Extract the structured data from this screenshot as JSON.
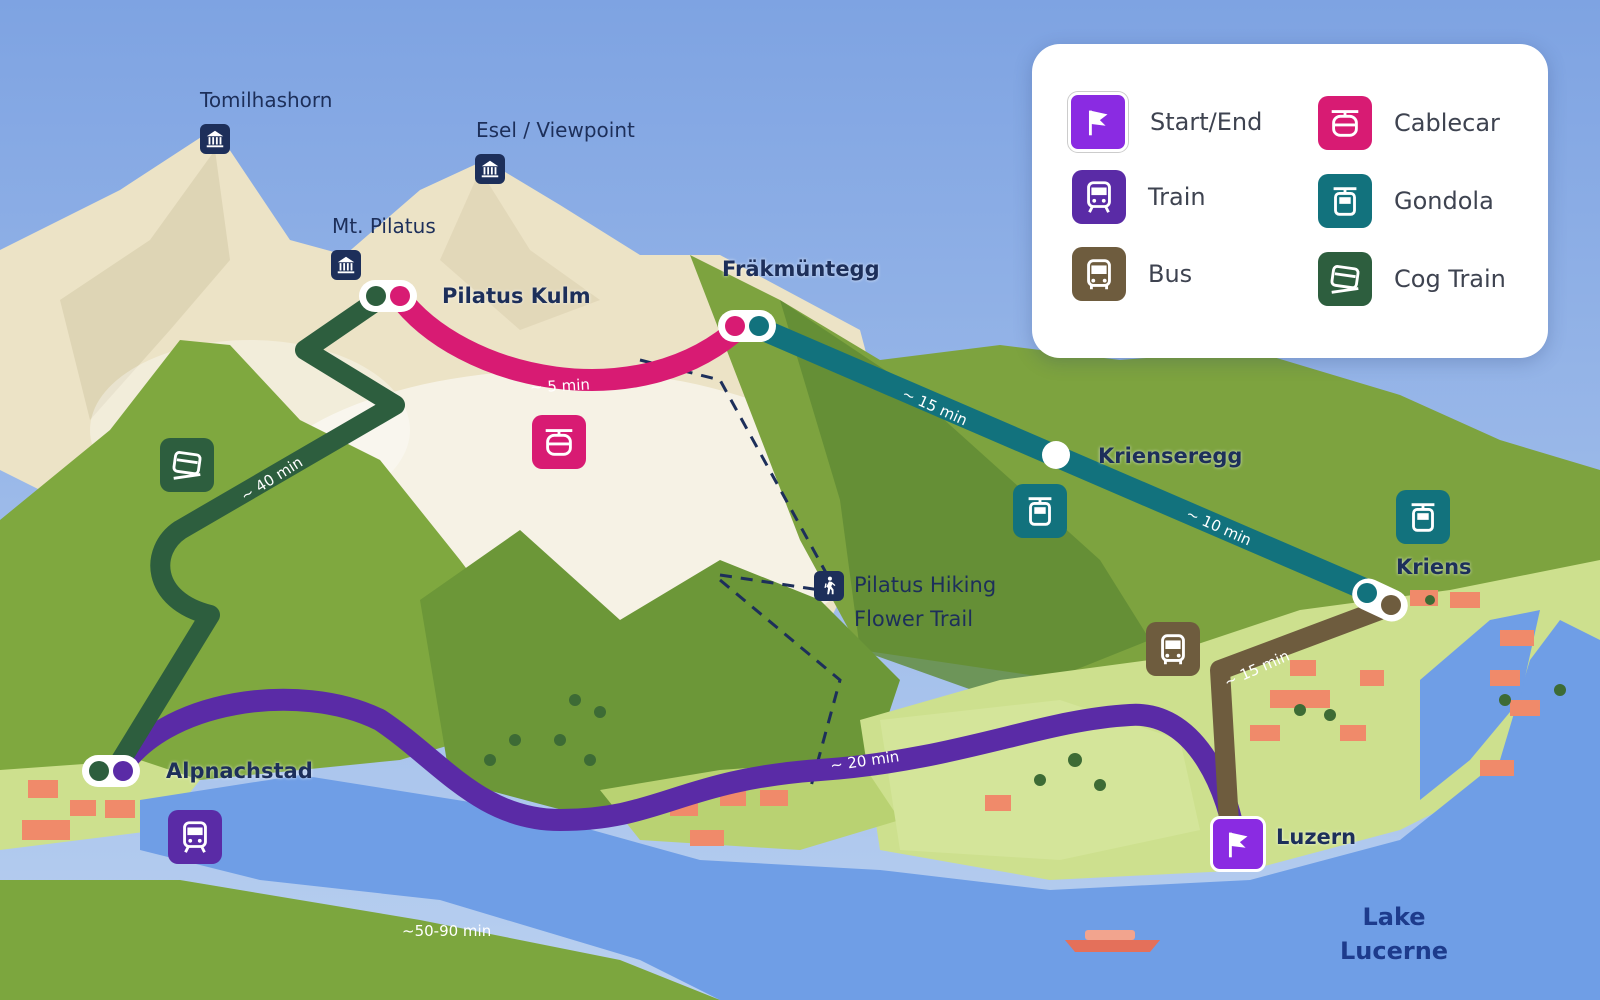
{
  "legend": {
    "items": [
      {
        "key": "start_end",
        "label": "Start/End",
        "color": "#8a2be2",
        "icon": "flag-icon"
      },
      {
        "key": "train",
        "label": "Train",
        "color": "#5a2ba6",
        "icon": "train-icon"
      },
      {
        "key": "bus",
        "label": "Bus",
        "color": "#6e5c3e",
        "icon": "bus-icon"
      },
      {
        "key": "cablecar",
        "label": "Cablecar",
        "color": "#d81b73",
        "icon": "cablecar-icon"
      },
      {
        "key": "gondola",
        "label": "Gondola",
        "color": "#12727d",
        "icon": "gondola-icon"
      },
      {
        "key": "cog_train",
        "label": "Cog Train",
        "color": "#2d5e3e",
        "icon": "cog-train-icon"
      }
    ]
  },
  "peaks": [
    {
      "name": "Tomilhashorn",
      "icon": "landmark-icon"
    },
    {
      "name": "Esel / Viewpoint",
      "icon": "landmark-icon"
    },
    {
      "name": "Mt. Pilatus",
      "icon": "landmark-icon"
    }
  ],
  "stations": {
    "pilatus_kulm": "Pilatus Kulm",
    "frakmuntegg": "Fräkmüntegg",
    "krienseregg": "Krienseregg",
    "kriens": "Kriens",
    "alpnachstad": "Alpnachstad",
    "luzern": "Luzern"
  },
  "trail": {
    "line1": "Pilatus Hiking",
    "line2": "Flower Trail",
    "icon": "hiker-icon"
  },
  "lake": {
    "line1": "Lake",
    "line2": "Lucerne"
  },
  "times": {
    "cablecar": "~ 5 min",
    "cogtrain": "~ 40 min",
    "gondola_upper": "~ 15 min",
    "gondola_lower": "~ 10 min",
    "bus": "~ 15 min",
    "train": "~ 20 min",
    "boat": "~50-90 min"
  },
  "colors": {
    "train": "#5a2ba6",
    "bus": "#6e5c3e",
    "cablecar": "#d81b73",
    "gondola": "#12727d",
    "cogtrain": "#2d5e3e",
    "start_end": "#8a2be2",
    "sky": "#8fb2e8",
    "lake": "#6f9ee6",
    "grass": "#8ab348",
    "snow": "#ece3c6"
  }
}
